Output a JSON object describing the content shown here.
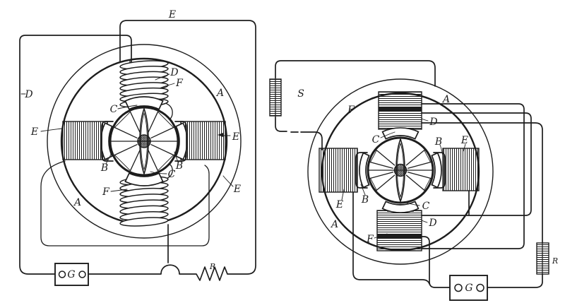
{
  "colors": {
    "ink": "#1d1d1d",
    "paper": "#ffffff"
  },
  "fig1": {
    "labels": {
      "wire_top": "E",
      "wire_left": "D",
      "coil_left": "E",
      "ring_upper": "A",
      "coil_top_d": "D",
      "coil_top_f": "F",
      "pole_top_c": "C",
      "pole_left_b": "B",
      "pole_right_b": "B",
      "pole_bottom_c": "C",
      "coil_bottom_f": "F",
      "ring_lower": "A",
      "coil_right_e": "E",
      "wire_right_e": "E",
      "generator": "G",
      "resistor": "R"
    }
  },
  "fig2": {
    "labels": {
      "self_induction_coil": "S",
      "ring_upper": "A",
      "coil_top_f": "F",
      "coil_top_d": "D",
      "pole_top_c": "C",
      "pole_right_b": "B",
      "coil_right_e": "E",
      "coil_left_e": "E",
      "pole_left_b": "B",
      "pole_bottom_c": "C",
      "coil_bottom_d": "D",
      "coil_bottom_f": "F",
      "ring_lower": "A",
      "resistor": "R",
      "generator": "G"
    }
  }
}
